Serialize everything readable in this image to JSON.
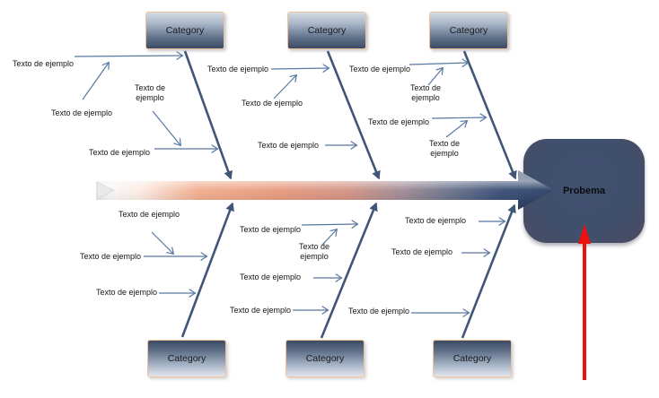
{
  "fishbone": {
    "problem": {
      "label": "Probema"
    },
    "top_categories": [
      {
        "label": "Category",
        "causes": [
          "Texto de ejemplo",
          "Texto de ejemplo",
          "Texto de ejemplo",
          "Texto de ejemplo"
        ]
      },
      {
        "label": "Category",
        "causes": [
          "Texto de ejemplo",
          "Texto de ejemplo",
          "Texto de ejemplo"
        ]
      },
      {
        "label": "Category",
        "causes": [
          "Texto de ejemplo",
          "Texto de ejemplo",
          "Texto de ejemplo",
          "Texto de ejemplo"
        ]
      }
    ],
    "bottom_categories": [
      {
        "label": "Category",
        "causes": [
          "Texto de ejemplo",
          "Texto de ejemplo",
          "Texto de ejemplo"
        ]
      },
      {
        "label": "Category",
        "causes": [
          "Texto de ejemplo",
          "Texto de ejemplo",
          "Texto de ejemplo",
          "Texto de ejemplo"
        ]
      },
      {
        "label": "Category",
        "causes": [
          "Texto de ejemplo",
          "Texto de ejemplo",
          "Texto de ejemplo"
        ]
      }
    ],
    "colors": {
      "rib": "#3f5678",
      "connector": "#5878a3",
      "red_arrow": "#ee1010",
      "spine_salmon": "#e89a7d",
      "spine_navy": "#2c4166",
      "category_dark": "#3c4b64",
      "category_light": "#d4dbe4",
      "category_border": "#f0c39a",
      "problem_fill": "#40516e"
    }
  }
}
